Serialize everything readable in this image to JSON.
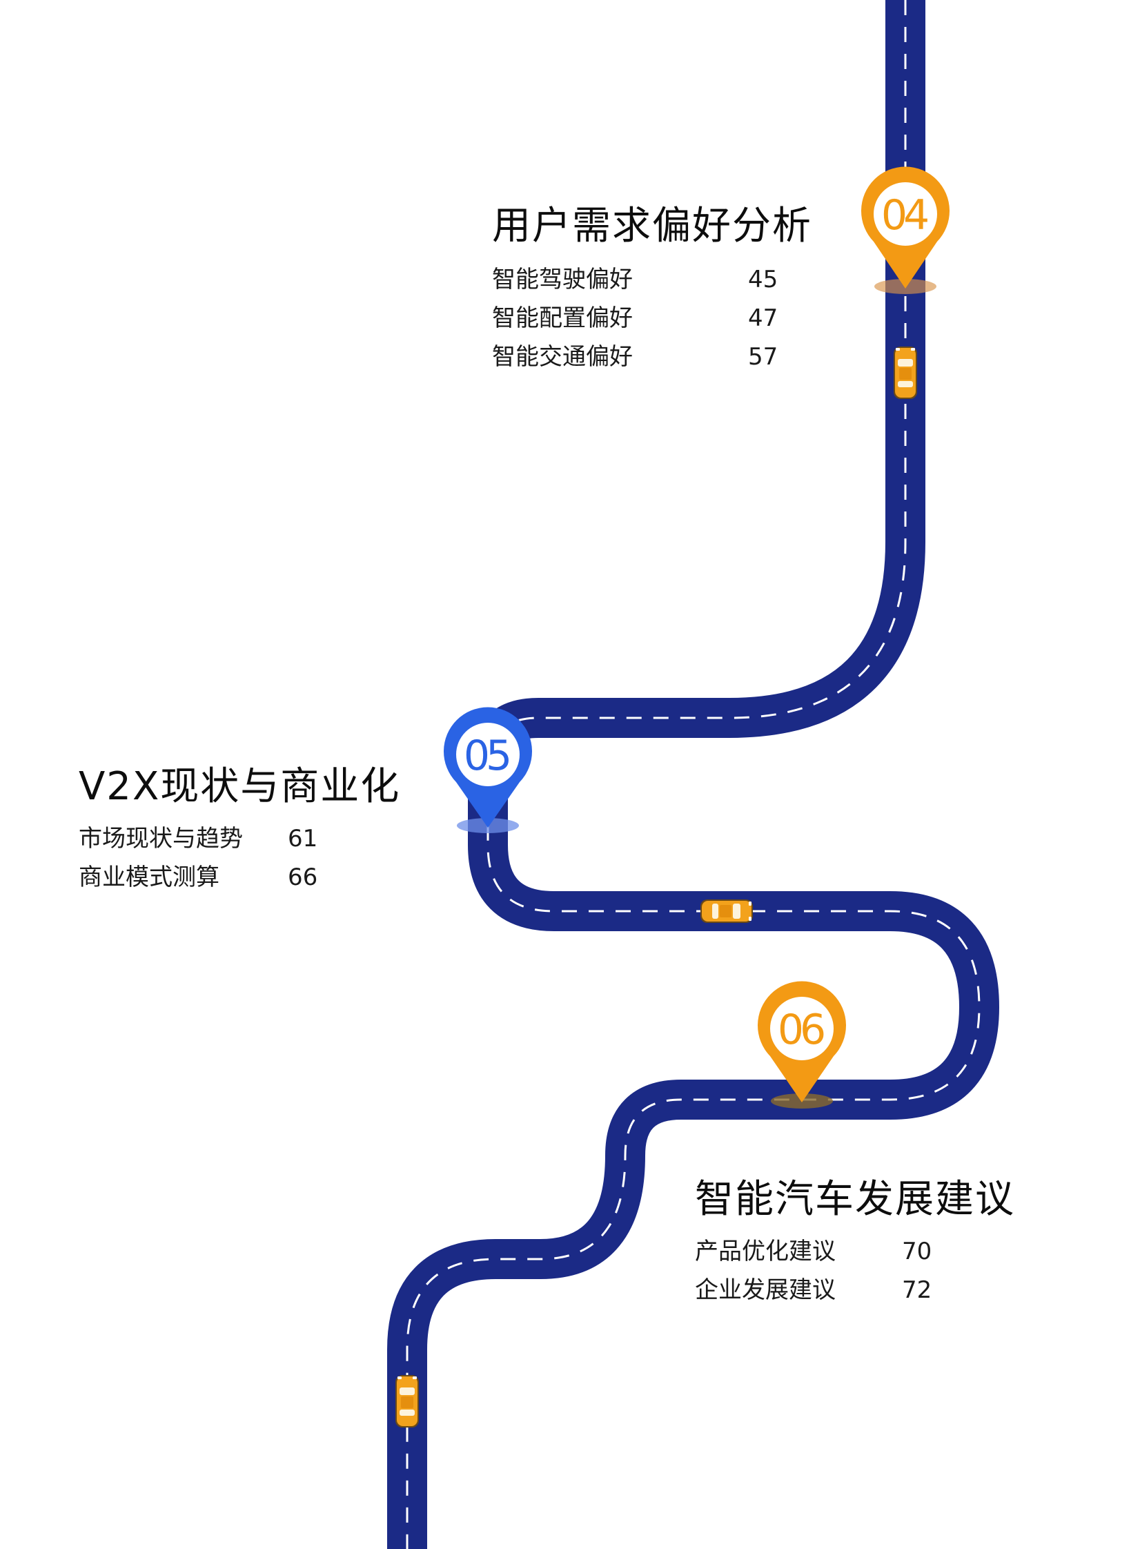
{
  "colors": {
    "road": "#1b2a86",
    "lane_marking": "#ffffff",
    "pin_orange": "#f39a14",
    "pin_blue": "#2a63e4",
    "car_body": "#f3a21c"
  },
  "markers": [
    {
      "number": "04",
      "color": "orange"
    },
    {
      "number": "05",
      "color": "blue"
    },
    {
      "number": "06",
      "color": "orange"
    }
  ],
  "sections": [
    {
      "title": "用户需求偏好分析",
      "items": [
        {
          "label": "智能驾驶偏好",
          "page": "45"
        },
        {
          "label": "智能配置偏好",
          "page": "47"
        },
        {
          "label": "智能交通偏好",
          "page": "57"
        }
      ]
    },
    {
      "title": "V2X现状与商业化",
      "items": [
        {
          "label": "市场现状与趋势",
          "page": "61"
        },
        {
          "label": "商业模式测算",
          "page": "66"
        }
      ]
    },
    {
      "title": "智能汽车发展建议",
      "items": [
        {
          "label": "产品优化建议",
          "page": "70"
        },
        {
          "label": "企业发展建议",
          "page": "72"
        }
      ]
    }
  ]
}
